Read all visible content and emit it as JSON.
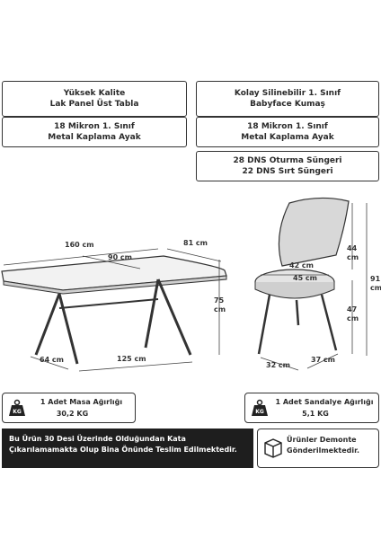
{
  "features": {
    "table_top": [
      "Yüksek Kalite",
      "Lak Panel Üst Tabla"
    ],
    "fabric": [
      "Kolay Silinebilir 1. Sınıf",
      "Babyface Kumaş"
    ],
    "table_leg": [
      "18 Mikron 1. Sınıf",
      "Metal Kaplama Ayak"
    ],
    "chair_leg": [
      "18 Mikron 1. Sınıf",
      "Metal Kaplama Ayak"
    ],
    "sponge": [
      "28 DNS Oturma Süngeri",
      "22 DNS Sırt Süngeri"
    ]
  },
  "table_dims": {
    "length": "160 cm",
    "width": "81 cm",
    "inner": "90 cm",
    "height_value": "75",
    "height_unit": "cm",
    "leg_span": "125 cm",
    "leg_depth": "64 cm"
  },
  "chair_dims": {
    "seat_width_top": "42 cm",
    "seat_width": "45 cm",
    "back_height_value": "44",
    "back_height_unit": "cm",
    "total_height_value": "91",
    "total_height_unit": "cm",
    "seat_height_value": "47",
    "seat_height_unit": "cm",
    "base_width": "32 cm",
    "base_depth": "37 cm"
  },
  "weights": {
    "table_label": "1 Adet Masa Ağırlığı",
    "table_value": "30,2 KG",
    "chair_label": "1 Adet Sandalye Ağırlığı",
    "chair_value": "5,1 KG",
    "icon_text": "KG"
  },
  "banner": {
    "line1_pre": "Bu Ürün ",
    "line1_bold": "30 Desi",
    "line1_post": " Üzerinde Olduğundan Kata",
    "line2": "Çıkarılamamakta Olup Bina Önünde Teslim Edilmektedir."
  },
  "demonte": {
    "line1_pre": "Ürünler ",
    "line1_bold": "Demonte",
    "line2": "Gönderilmektedir."
  }
}
